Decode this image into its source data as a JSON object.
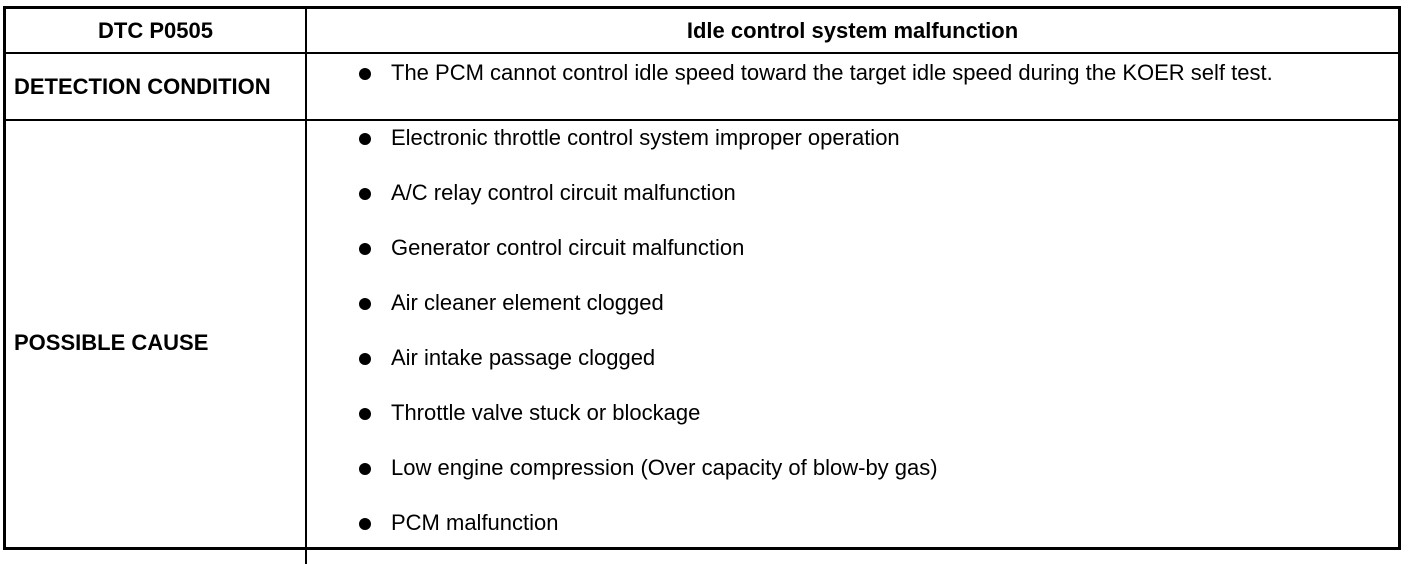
{
  "header": {
    "code": "DTC P0505",
    "title": "Idle control system malfunction"
  },
  "detection": {
    "label": "DETECTION CONDITION",
    "items": [
      "The PCM cannot control idle speed toward the target idle speed during the KOER self test."
    ]
  },
  "causes": {
    "label": "POSSIBLE CAUSE",
    "items": [
      "Electronic throttle control system improper operation",
      "A/C relay control circuit malfunction",
      "Generator control circuit malfunction",
      "Air cleaner element clogged",
      "Air intake passage clogged",
      "Throttle valve stuck or blockage",
      "Low engine compression (Over capacity of blow-by gas)",
      "PCM malfunction"
    ]
  }
}
